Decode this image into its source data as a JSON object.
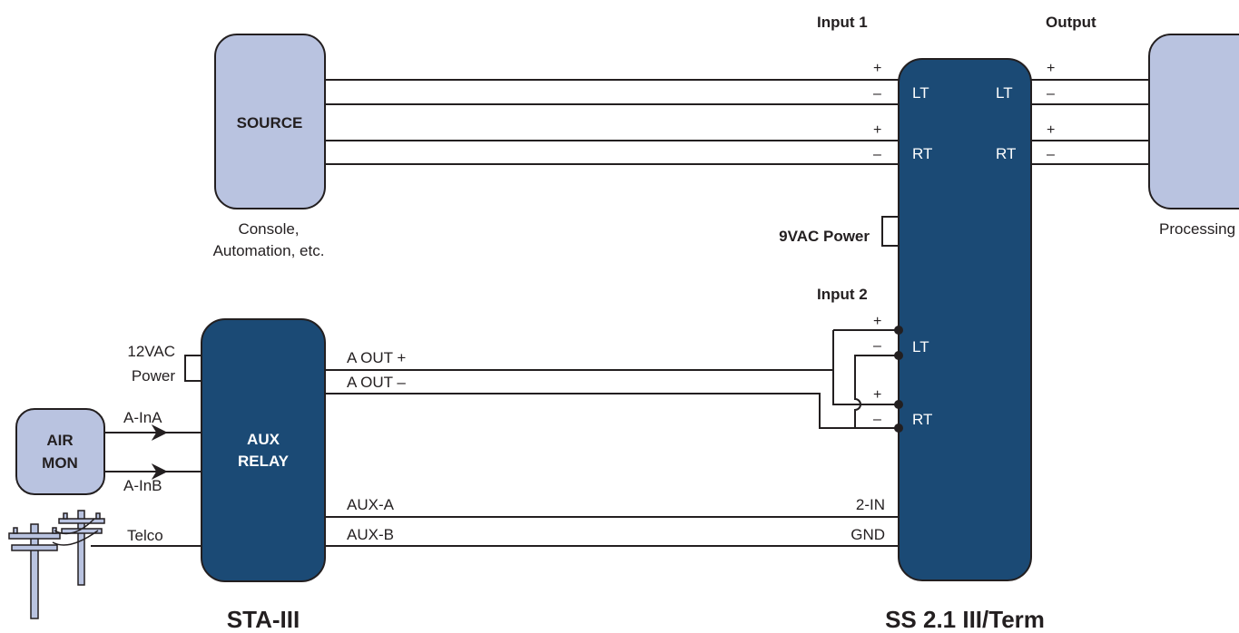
{
  "colors": {
    "source_box": "#b9c3e0",
    "dark_box": "#1b4a75",
    "line": "#231f20"
  },
  "source": {
    "label": "SOURCE",
    "caption_line1": "Console,",
    "caption_line2": "Automation, etc."
  },
  "processing": {
    "caption": "Processing"
  },
  "ss21": {
    "input1_label": "Input 1",
    "output_label": "Output",
    "input2_label": "Input 2",
    "power_label": "9VAC Power",
    "lt_in": "LT",
    "rt_in": "RT",
    "lt_out": "LT",
    "rt_out": "RT",
    "lt_in2": "LT",
    "rt_in2": "RT",
    "plus": "+",
    "minus": "–",
    "pin_2in": "2-IN",
    "pin_gnd": "GND",
    "title": "SS 2.1 III/Term"
  },
  "aux_relay": {
    "label_line1": "AUX",
    "label_line2": "RELAY",
    "power_line1": "12VAC",
    "power_line2": "Power",
    "a_out_plus": "A OUT +",
    "a_out_minus": "A OUT –",
    "aux_a": "AUX-A",
    "aux_b": "AUX-B",
    "title": "STA-III"
  },
  "air_mon": {
    "label_line1": "AIR",
    "label_line2": "MON",
    "a_in_a": "A-InA",
    "a_in_b": "A-InB"
  },
  "telco": {
    "label": "Telco",
    "icon": "telephone-pole-icon"
  }
}
